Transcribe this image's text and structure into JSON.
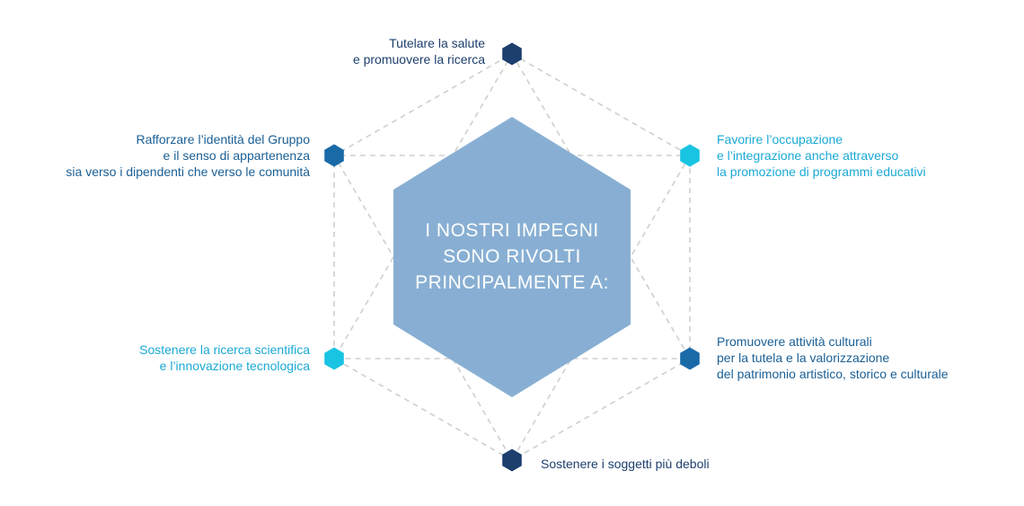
{
  "center": {
    "lines": [
      "I NOSTRI IMPEGNI",
      "SONO RIVOLTI",
      "PRINCIPALMENTE A:"
    ]
  },
  "commitments": [
    {
      "lines": [
        "Tutelare la salute",
        "e promuovere la ricerca"
      ],
      "color": "#1d3f6e"
    },
    {
      "lines": [
        "Favorire l’occupazione",
        "e l’integrazione anche attraverso",
        "la promozione di programmi educativi"
      ],
      "color": "#19c4e2"
    },
    {
      "lines": [
        "Promuovere attività culturali",
        "per la tutela e la valorizzazione",
        "del patrimonio artistico, storico e culturale"
      ],
      "color": "#1a6aa8"
    },
    {
      "lines": [
        "Sostenere i soggetti più deboli"
      ],
      "color": "#1d3f6e"
    },
    {
      "lines": [
        "Sostenere la ricerca scientifica",
        "e l’innovazione tecnologica"
      ],
      "color": "#19c4e2"
    },
    {
      "lines": [
        "Rafforzare l’identità del Gruppo",
        "e il senso di appartenenza",
        "sia verso i dipendenti che verso le comunità"
      ],
      "color": "#1a6aa8"
    }
  ],
  "colors": {
    "center_hexagon": "#88afd3",
    "dashed_lines": "#cfcfcf",
    "text_dark": "#1d3f6e",
    "text_cyan": "#1aa9d6",
    "text_blue": "#1a5f95"
  }
}
